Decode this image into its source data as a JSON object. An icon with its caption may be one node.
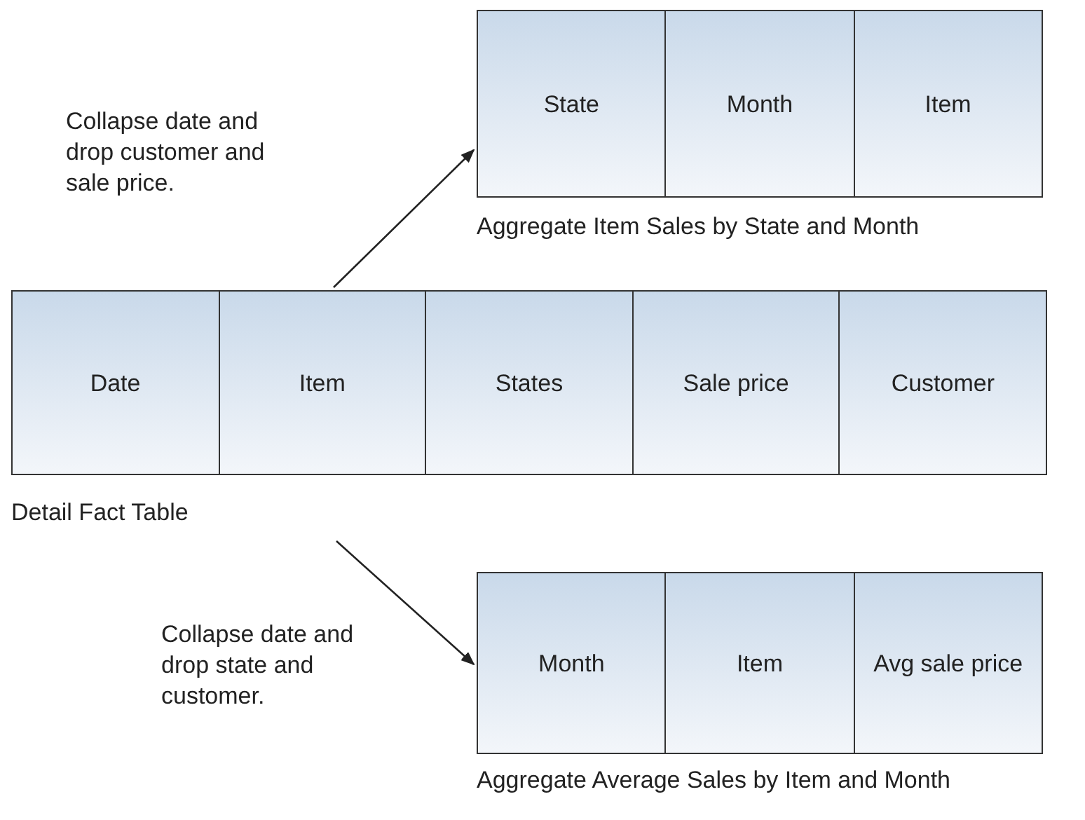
{
  "diagram": {
    "nodes": [
      {
        "text": [
          "Aggregate Item Sales by State and Month"
        ]
      },
      {
        "text": [
          "State"
        ],
        "in": 0
      },
      {
        "text": [
          "Month"
        ],
        "in": 0
      },
      {
        "text": [
          "Item"
        ],
        "in": 0
      },
      {
        "text": [
          "Detail Fact Table"
        ]
      },
      {
        "text": [
          "Date"
        ],
        "in": 4
      },
      {
        "text": [
          "Item"
        ],
        "in": 4
      },
      {
        "text": [
          "States"
        ],
        "in": 4
      },
      {
        "text": [
          "Sale price"
        ],
        "in": 4
      },
      {
        "text": [
          "Customer"
        ],
        "in": 4
      },
      {
        "text": [
          "Aggregate Average Sales by Item and Month"
        ]
      },
      {
        "text": [
          "Month"
        ],
        "in": 10
      },
      {
        "text": [
          "Item"
        ],
        "in": 10
      },
      {
        "text": [
          "Avg sale price"
        ],
        "in": 10
      }
    ],
    "edges": [
      {
        "from": 4,
        "to": 0,
        "arrow": "to",
        "label": "Collapse date and drop customer and sale price."
      },
      {
        "from": 4,
        "to": 10,
        "arrow": "to",
        "label": "Collapse date and drop state and customer."
      }
    ]
  }
}
